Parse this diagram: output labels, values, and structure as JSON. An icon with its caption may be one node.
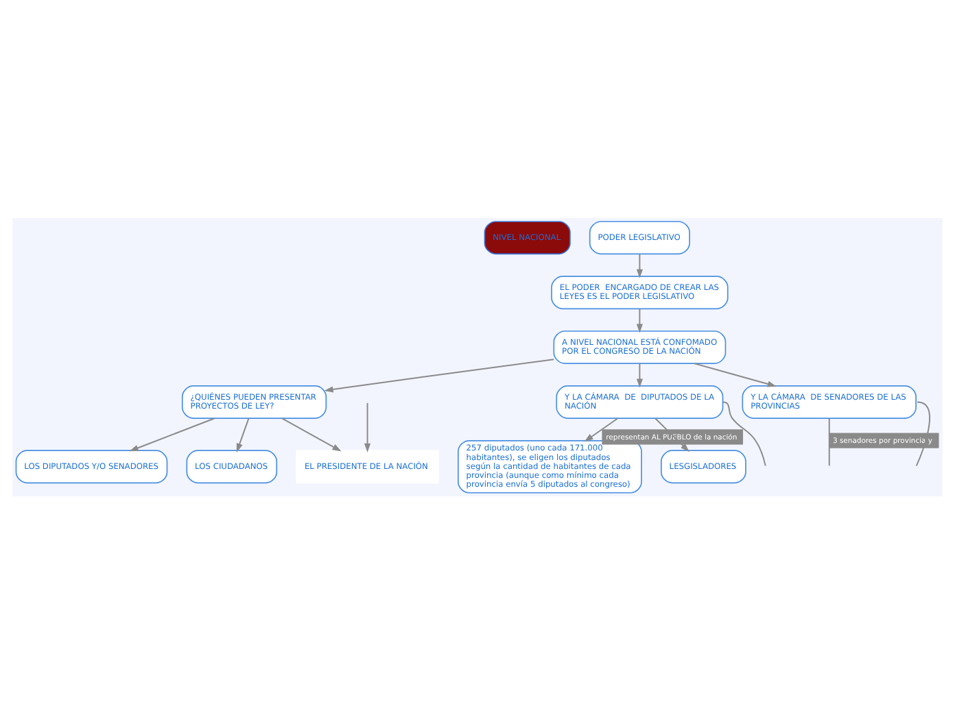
{
  "diagram": {
    "nodes": [
      {
        "text": [
          "NIVEL NACIONAL"
        ]
      },
      {
        "text": [
          "PODER LEGISLATIVO"
        ]
      },
      {
        "text": [
          "EL PODER  ENCARGADO DE CREAR LAS LEYES ES EL PODER LEGISLATIVO"
        ]
      },
      {
        "text": [
          "A NIVEL NACIONAL ESTÁ CONFOMADO POR EL CONGRESO DE LA NACIÓN"
        ]
      },
      {
        "text": [
          "¿QUIÉNES PUEDEN PRESENTAR PROYECTOS DE LEY?"
        ]
      },
      {
        "text": [
          "EL PRESIDENTE DE LA NACIÓN"
        ]
      },
      {
        "text": [
          "LOS DIPUTADOS Y/O SENADORES"
        ]
      },
      {
        "text": [
          "LOS CIUDADANOS"
        ]
      },
      {
        "text": [
          "Y LA CÁMARA  DE  DIPUTADOS DE LA NACIÓN"
        ]
      },
      {
        "text": [
          "Y LA CÁMARA  DE SENADORES DE LAS PROVINCIAS"
        ]
      },
      {
        "text": [
          "257 diputados (uno cada 171.000 habitantes), se eligen los diputados según la cantidad de habitantes de cada provincia (aunque como mínimo cada provincia envía 5 diputados al congreso)"
        ]
      },
      {
        "text": [
          "LESGISLADORES"
        ]
      }
    ],
    "edges": [
      {
        "from": 1,
        "to": 2,
        "arrow": "to"
      },
      {
        "from": 2,
        "to": 3,
        "arrow": "to"
      },
      {
        "from": 3,
        "to": 8,
        "arrow": "to"
      },
      {
        "from": 3,
        "to": 9,
        "arrow": "to"
      },
      {
        "from": 3,
        "to": 4,
        "arrow": "to"
      },
      {
        "from": 8,
        "to": 10,
        "arrow": "to",
        "label": "representan AL PUEBLO de la nación"
      },
      {
        "from": 8,
        "to": 11,
        "arrow": "to"
      },
      {
        "from": 9,
        "to": null,
        "arrow": "none",
        "label": "3 senadores por provincia y"
      },
      {
        "from": 8,
        "to": null,
        "arrow": "none"
      },
      {
        "from": 9,
        "to": null,
        "arrow": "none"
      },
      {
        "from": 4,
        "to": 5,
        "arrow": "to"
      },
      {
        "from": 4,
        "to": 6,
        "arrow": "to"
      },
      {
        "from": 4,
        "to": 7,
        "arrow": "to"
      },
      {
        "from": null,
        "to": 5,
        "arrow": "to"
      }
    ]
  }
}
